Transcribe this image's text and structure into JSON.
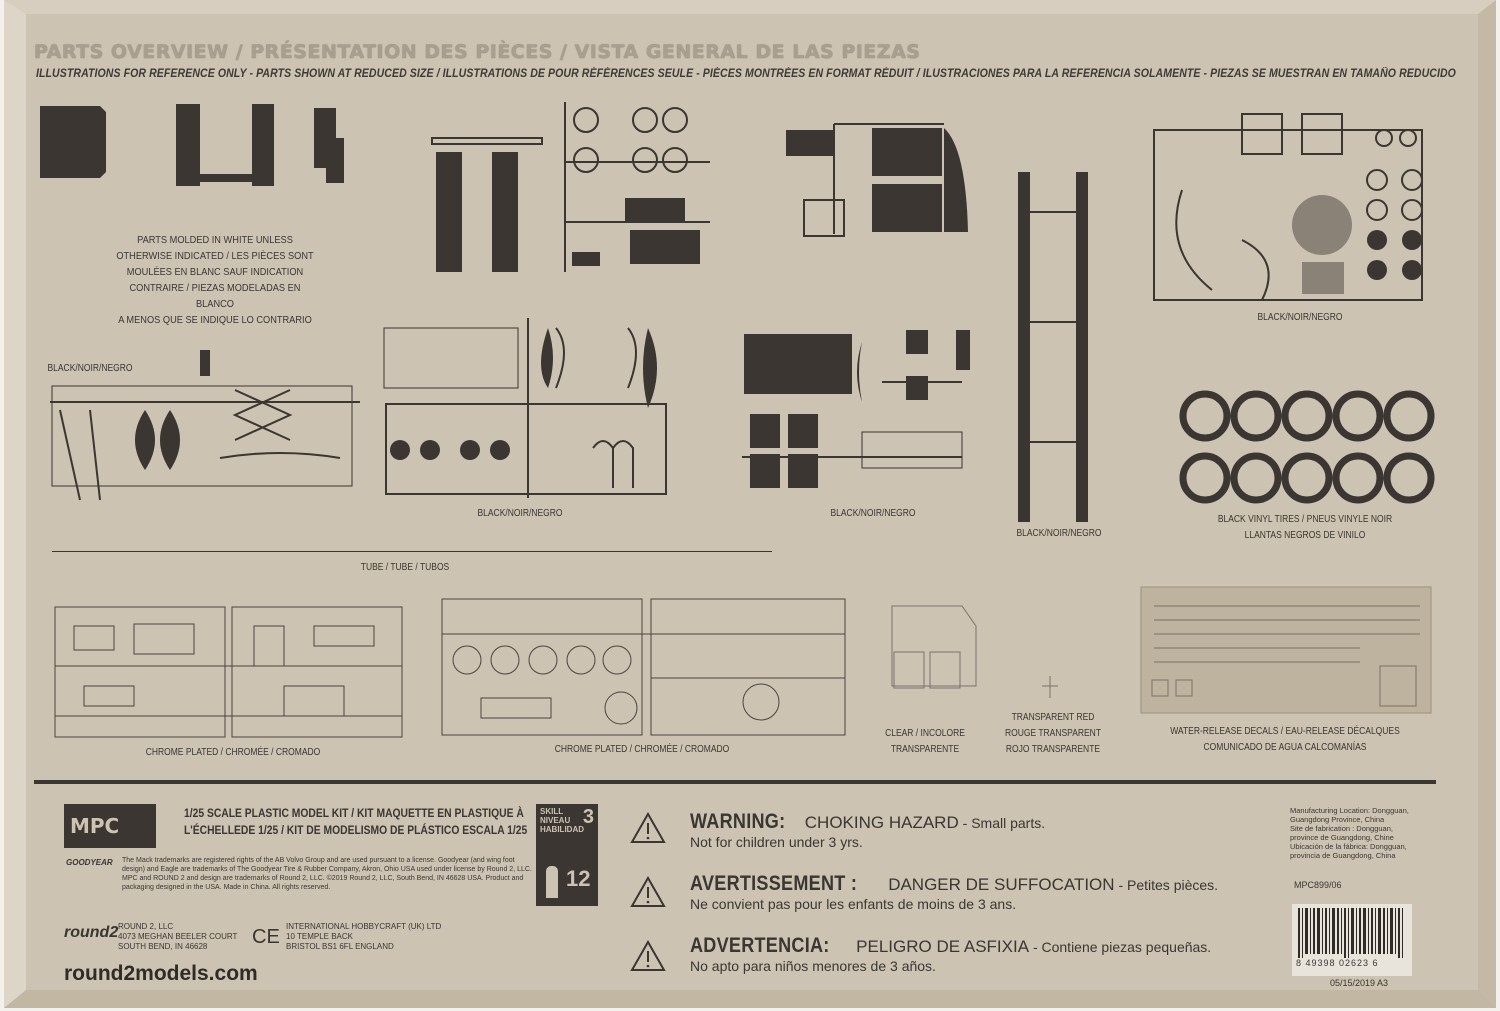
{
  "header": {
    "title": "PARTS OVERVIEW / PRÉSENTATION DES PIÈCES / VISTA GENERAL DE LAS PIEZAS",
    "subtitle": "ILLUSTRATIONS FOR REFERENCE ONLY - PARTS SHOWN AT REDUCED SIZE / ILLUSTRATIONS DE POUR RÉFÉRENCES SEULE - PIÈCES MONTRÉES EN FORMAT RÉDUIT / ILUSTRACIONES PARA LA REFERENCIA SOLAMENTE - PIEZAS SE MUESTRAN EN TAMAÑO REDUCIDO"
  },
  "note": {
    "line1": "PARTS MOLDED IN WHITE UNLESS",
    "line2": "OTHERWISE INDICATED / LES PIÈCES SONT",
    "line3": "MOULÉES EN BLANC SAUF INDICATION",
    "line4": "CONTRAIRE / PIEZAS MODELADAS EN BLANCO",
    "line5": "A MENOS QUE SE INDIQUE LO CONTRARIO"
  },
  "labels": {
    "black1": "BLACK/NOIR/NEGRO",
    "black2": "BLACK/NOIR/NEGRO",
    "black3": "BLACK/NOIR/NEGRO",
    "black4": "BLACK/NOIR/NEGRO",
    "black5": "BLACK/NOIR/NEGRO",
    "tires1": "BLACK VINYL TIRES / PNEUS VINYLE NOIR",
    "tires2": "LLANTAS NEGROS DE VINILO",
    "tube": "TUBE / TUBE / TUBOS",
    "chrome1": "CHROME PLATED / CHROMÉE / CROMADO",
    "chrome2": "CHROME PLATED / CHROMÉE / CROMADO",
    "clear1": "CLEAR / INCOLORE",
    "clear2": "TRANSPARENTE",
    "red1": "TRANSPARENT RED",
    "red2": "ROUGE TRANSPARENT",
    "red3": "ROJO TRANSPARENTE",
    "decals1": "WATER-RELEASE DECALS / EAU-RELEASE DÉCALQUES",
    "decals2": "COMUNICADO DE AGUA CALCOMANÍAS"
  },
  "kit": {
    "logo": "MPC",
    "scale1": "1/25 SCALE PLASTIC MODEL KIT / KIT MAQUETTE EN PLASTIQUE À",
    "scale2": "L'ÉCHELLEDE 1/25 / KIT DE MODELISMO DE PLÁSTICO ESCALA 1/25",
    "goodyear": "GOODYEAR",
    "legal": "The Mack trademarks are registered rights of the AB Volvo Group and are used pursuant to a license. Goodyear (and wing foot design) and Eagle are trademarks of The Goodyear Tire & Rubber Company, Akron, Ohio USA used under license by Round 2, LLC. MPC and ROUND 2 and design are trademarks of Round 2, LLC. ©2019 Round 2, LLC, South Bend, IN 46628 USA. Product and packaging designed in the USA. Made in China. All rights reserved.",
    "skill_label": "SKILL NIVEAU HABILIDAD",
    "skill_level": "3",
    "age": "12",
    "round2_logo": "round2",
    "addr1_l1": "ROUND 2, LLC",
    "addr1_l2": "4073 MEGHAN BEELER COURT",
    "addr1_l3": "SOUTH BEND, IN 46628",
    "ce": "CE",
    "addr2_l1": "INTERNATIONAL HOBBYCRAFT (UK) LTD",
    "addr2_l2": "10 TEMPLE BACK",
    "addr2_l3": "BRISTOL BS1 6FL ENGLAND",
    "website": "round2models.com"
  },
  "warnings": {
    "en_title": "WARNING:",
    "en_hazard": "CHOKING HAZARD",
    "en_small": " - Small parts.",
    "en_sub": "Not for children under 3 yrs.",
    "fr_title": "AVERTISSEMENT :",
    "fr_hazard": "DANGER DE SUFFOCATION",
    "fr_small": " - Petites pièces.",
    "fr_sub": "Ne convient pas pour les enfants de moins de 3 ans.",
    "es_title": "ADVERTENCIA:",
    "es_hazard": "PELIGRO DE ASFIXIA",
    "es_small": " - Contiene piezas pequeñas.",
    "es_sub": "No apto para niños menores de 3 años."
  },
  "manufacturing": {
    "l1": "Manufacturing Location: Dongguan,",
    "l2": "Guangdong Province, China",
    "l3": "Site de fabrication : Dongguan,",
    "l4": "province de Guangdong, Chine",
    "l5": "Ubicación de la fábrica: Dongguan,",
    "l6": "provincia de Guangdong, China",
    "code": "MPC899/06",
    "barcode": "8 49398 02623 6",
    "date": "05/15/2019 A3"
  }
}
